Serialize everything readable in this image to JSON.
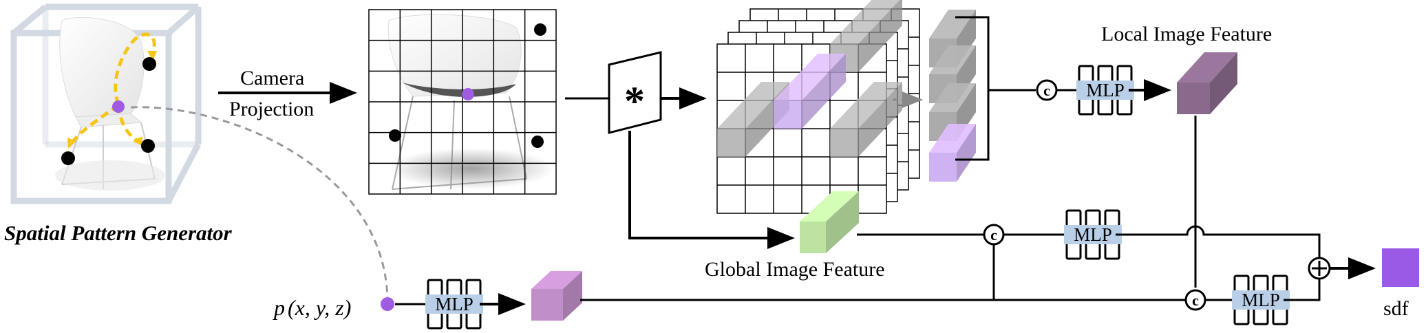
{
  "labels": {
    "spatial_pattern_generator": "Spatial Pattern Generator",
    "camera": "Camera",
    "projection": "Projection",
    "convolution_symbol": "*",
    "local_image_feature": "Local Image Feature",
    "global_image_feature": "Global Image Feature",
    "point_prefix": "p",
    "point_args": "(x, y, z)",
    "mlp": "MLP",
    "concat_symbol": "c",
    "sum_symbol": "+",
    "sdf": "sdf"
  },
  "colors": {
    "purple_point": "#a05ce0",
    "trajectory": "#f5c518",
    "grey_block": "#a3a3a3",
    "lilac_block": "#c9aaf0",
    "green_block": "#bde3a2",
    "mauve_block": "#c08ec8",
    "dark_mauve_block": "#8a6a8c",
    "mlp_fill": "#b9cfe8",
    "sdf_output": "#9b5ae6",
    "bounding_box": "#d3d9e3"
  }
}
